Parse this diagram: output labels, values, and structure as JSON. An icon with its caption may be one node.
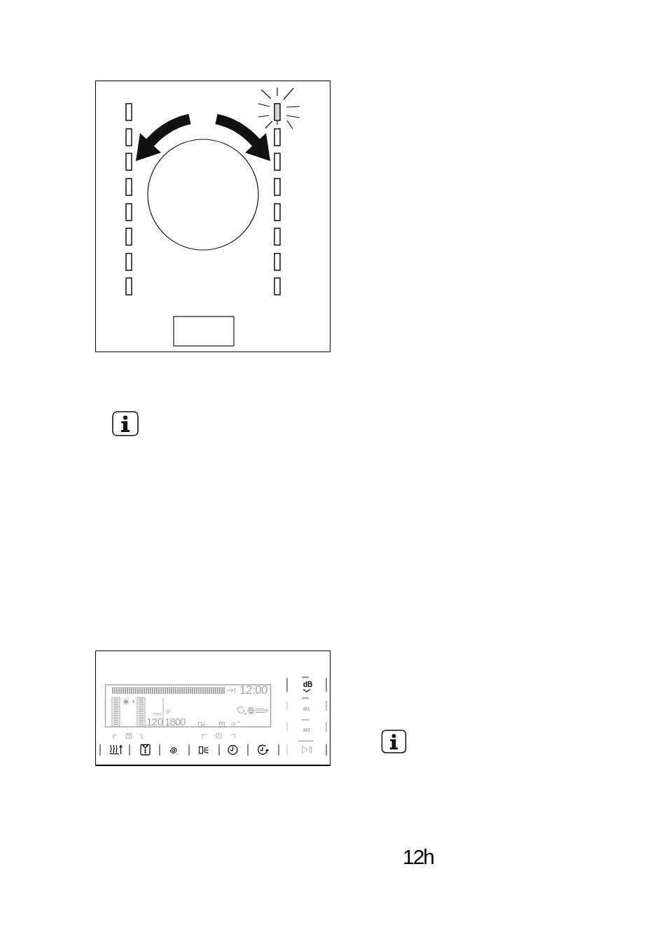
{
  "diagram": {
    "labels": [
      "12:00",
      "dB",
      "M1",
      "min",
      "120",
      "1800",
      "M2",
      "12h"
    ]
  }
}
